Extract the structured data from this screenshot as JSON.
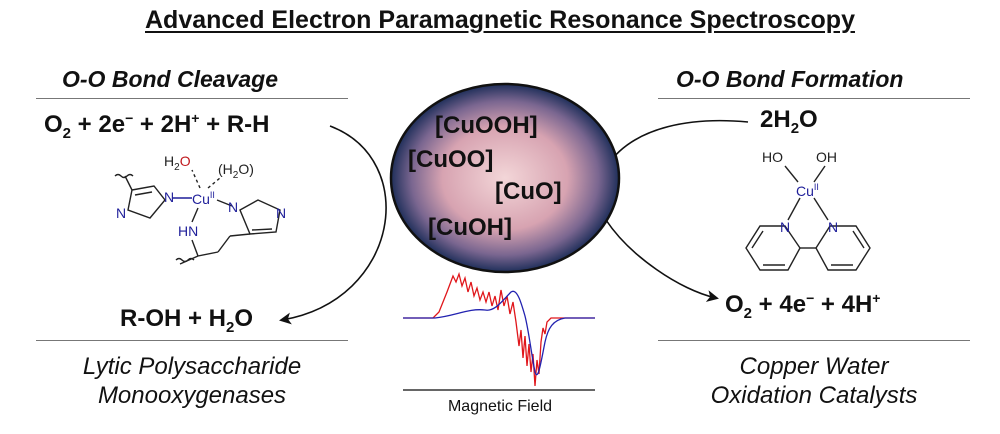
{
  "title": "Advanced Electron Paramagnetic Resonance Spectroscopy",
  "left": {
    "heading": "O-O Bond Cleavage",
    "eq_top": {
      "a": "O",
      "a_sub": "2",
      "b": " + 2e",
      "b_sup": "−",
      "c": " + 2H",
      "c_sup": "+",
      "d": " + R-H"
    },
    "eq_bottom": {
      "a": "R-OH + H",
      "a_sub": "2",
      "b": "O"
    },
    "caption_line1": "Lytic Polysaccharide",
    "caption_line2": "Monooxygenases",
    "molecule": {
      "water1": "H",
      "water1_sub": "2",
      "water1_o": "O",
      "water2": "(H",
      "water2_sub": "2",
      "water2_o": "O)",
      "n1": "N",
      "n2": "N",
      "n3": "N",
      "n4": "N",
      "cu": "Cu",
      "cu_ox": "II",
      "hn": "HN"
    }
  },
  "right": {
    "heading": "O-O Bond Formation",
    "eq_top": {
      "a": "2H",
      "a_sub": "2",
      "b": "O"
    },
    "eq_bottom": {
      "a": "O",
      "a_sub": "2",
      "b": " + 4e",
      "b_sup": "−",
      "c": " + 4H",
      "c_sup": "+"
    },
    "caption_line1": "Copper Water",
    "caption_line2": "Oxidation Catalysts",
    "molecule": {
      "ho1": "HO",
      "oh2": "OH",
      "cu": "Cu",
      "cu_ox": "II",
      "n1": "N",
      "n2": "N"
    }
  },
  "center": {
    "species": [
      "[CuOOH]",
      "[CuOO]",
      "[CuO]",
      "[CuOH]"
    ],
    "axis_label": "Magnetic Field"
  },
  "colors": {
    "spectrum_red": "#e0161b",
    "spectrum_blue": "#2222b0",
    "sphere_edge": "#1f2f5a",
    "sphere_center": "#f3d6d8"
  }
}
